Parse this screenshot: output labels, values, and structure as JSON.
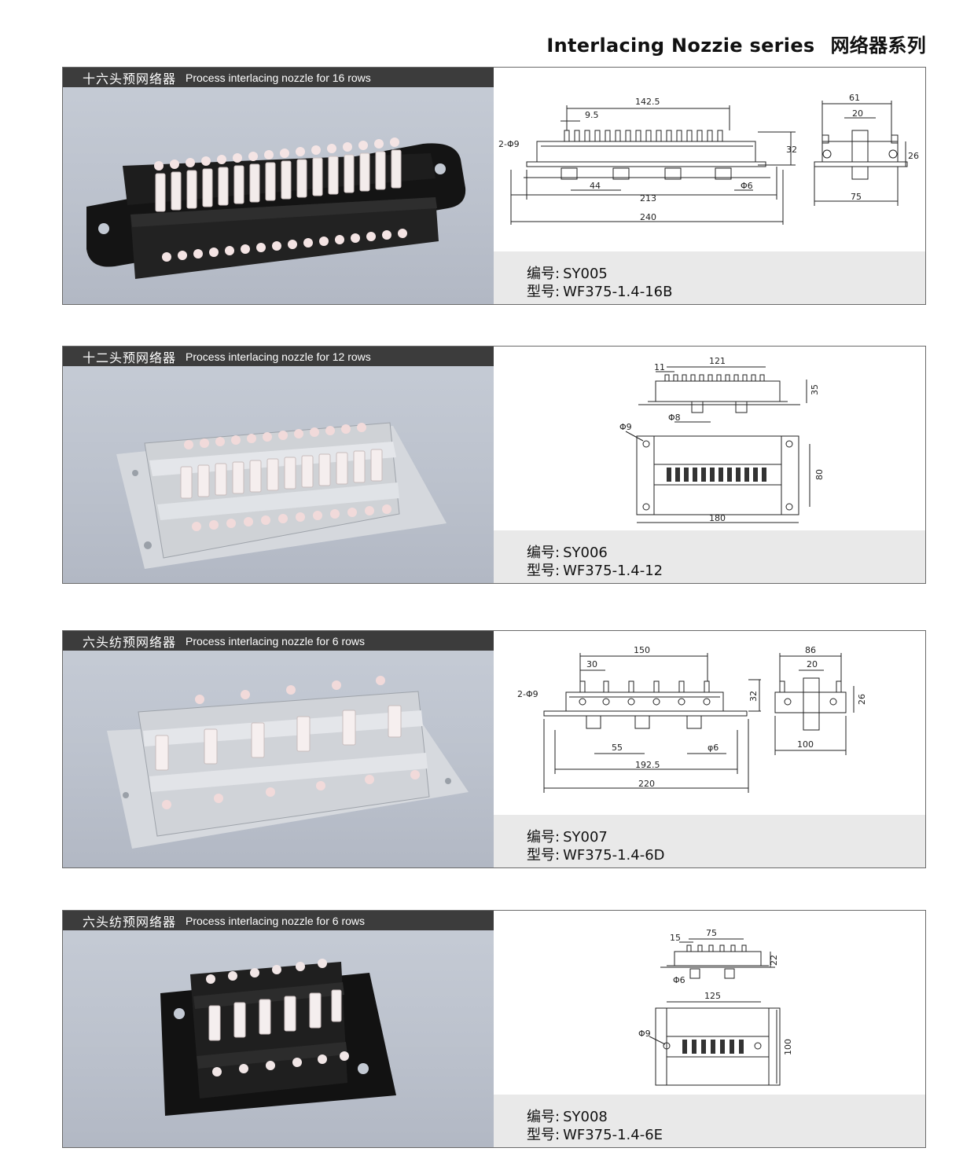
{
  "title": {
    "en": "Interlacing Nozzie series",
    "cn": "网络器系列"
  },
  "code_label": "编号:",
  "model_label": "型号:",
  "products": [
    {
      "name_cn": "十六头预网络器",
      "name_en": "Process interlacing nozzle for 16 rows",
      "code": "SY005",
      "model": "WF375-1.4-16B",
      "dims": {
        "d1": "142.5",
        "d2": "9.5",
        "d3": "2-Φ9",
        "d4": "32",
        "d5": "44",
        "d6": "213",
        "d7": "Φ6",
        "d8": "240",
        "d9": "61",
        "d10": "20",
        "d11": "26",
        "d12": "75"
      }
    },
    {
      "name_cn": "十二头预网络器",
      "name_en": "Process interlacing nozzle for 12 rows",
      "code": "SY006",
      "model": "WF375-1.4-12",
      "dims": {
        "d1": "121",
        "d2": "11",
        "d3": "35",
        "d4": "Φ8",
        "d5": "Φ9",
        "d6": "80",
        "d7": "180"
      }
    },
    {
      "name_cn": "六头纺预网络器",
      "name_en": "Process interlacing nozzle for 6 rows",
      "code": "SY007",
      "model": "WF375-1.4-6D",
      "dims": {
        "d1": "150",
        "d2": "30",
        "d3": "2-Φ9",
        "d4": "32",
        "d5": "55",
        "d6": "φ6",
        "d7": "192.5",
        "d8": "220",
        "d9": "86",
        "d10": "20",
        "d11": "26",
        "d12": "100"
      }
    },
    {
      "name_cn": "六头纺预网络器",
      "name_en": "Process interlacing nozzle for 6 rows",
      "code": "SY008",
      "model": "WF375-1.4-6E",
      "dims": {
        "d1": "75",
        "d2": "15",
        "d3": "22",
        "d4": "Φ6",
        "d5": "125",
        "d6": "Φ9",
        "d7": "100"
      }
    }
  ]
}
